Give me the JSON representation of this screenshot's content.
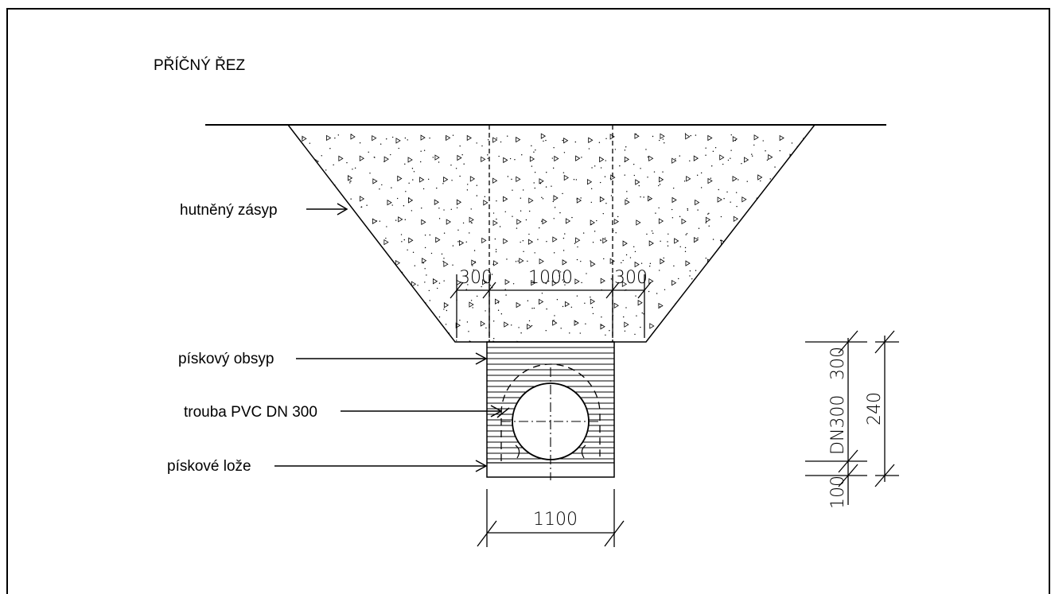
{
  "title": "PŘÍČNÝ ŘEZ",
  "labels": {
    "backfill": "hutněný zásyp",
    "sand_cover": "pískový obsyp",
    "pipe": "trouba PVC DN 300",
    "sand_bed": "pískové lože"
  },
  "dimensions": {
    "left_offset": "300",
    "width_top": "1000",
    "right_offset": "300",
    "trench_width": "1100",
    "cover_height": "300",
    "pipe_dn": "DN300",
    "bed_height": "100",
    "total_height": "240"
  }
}
